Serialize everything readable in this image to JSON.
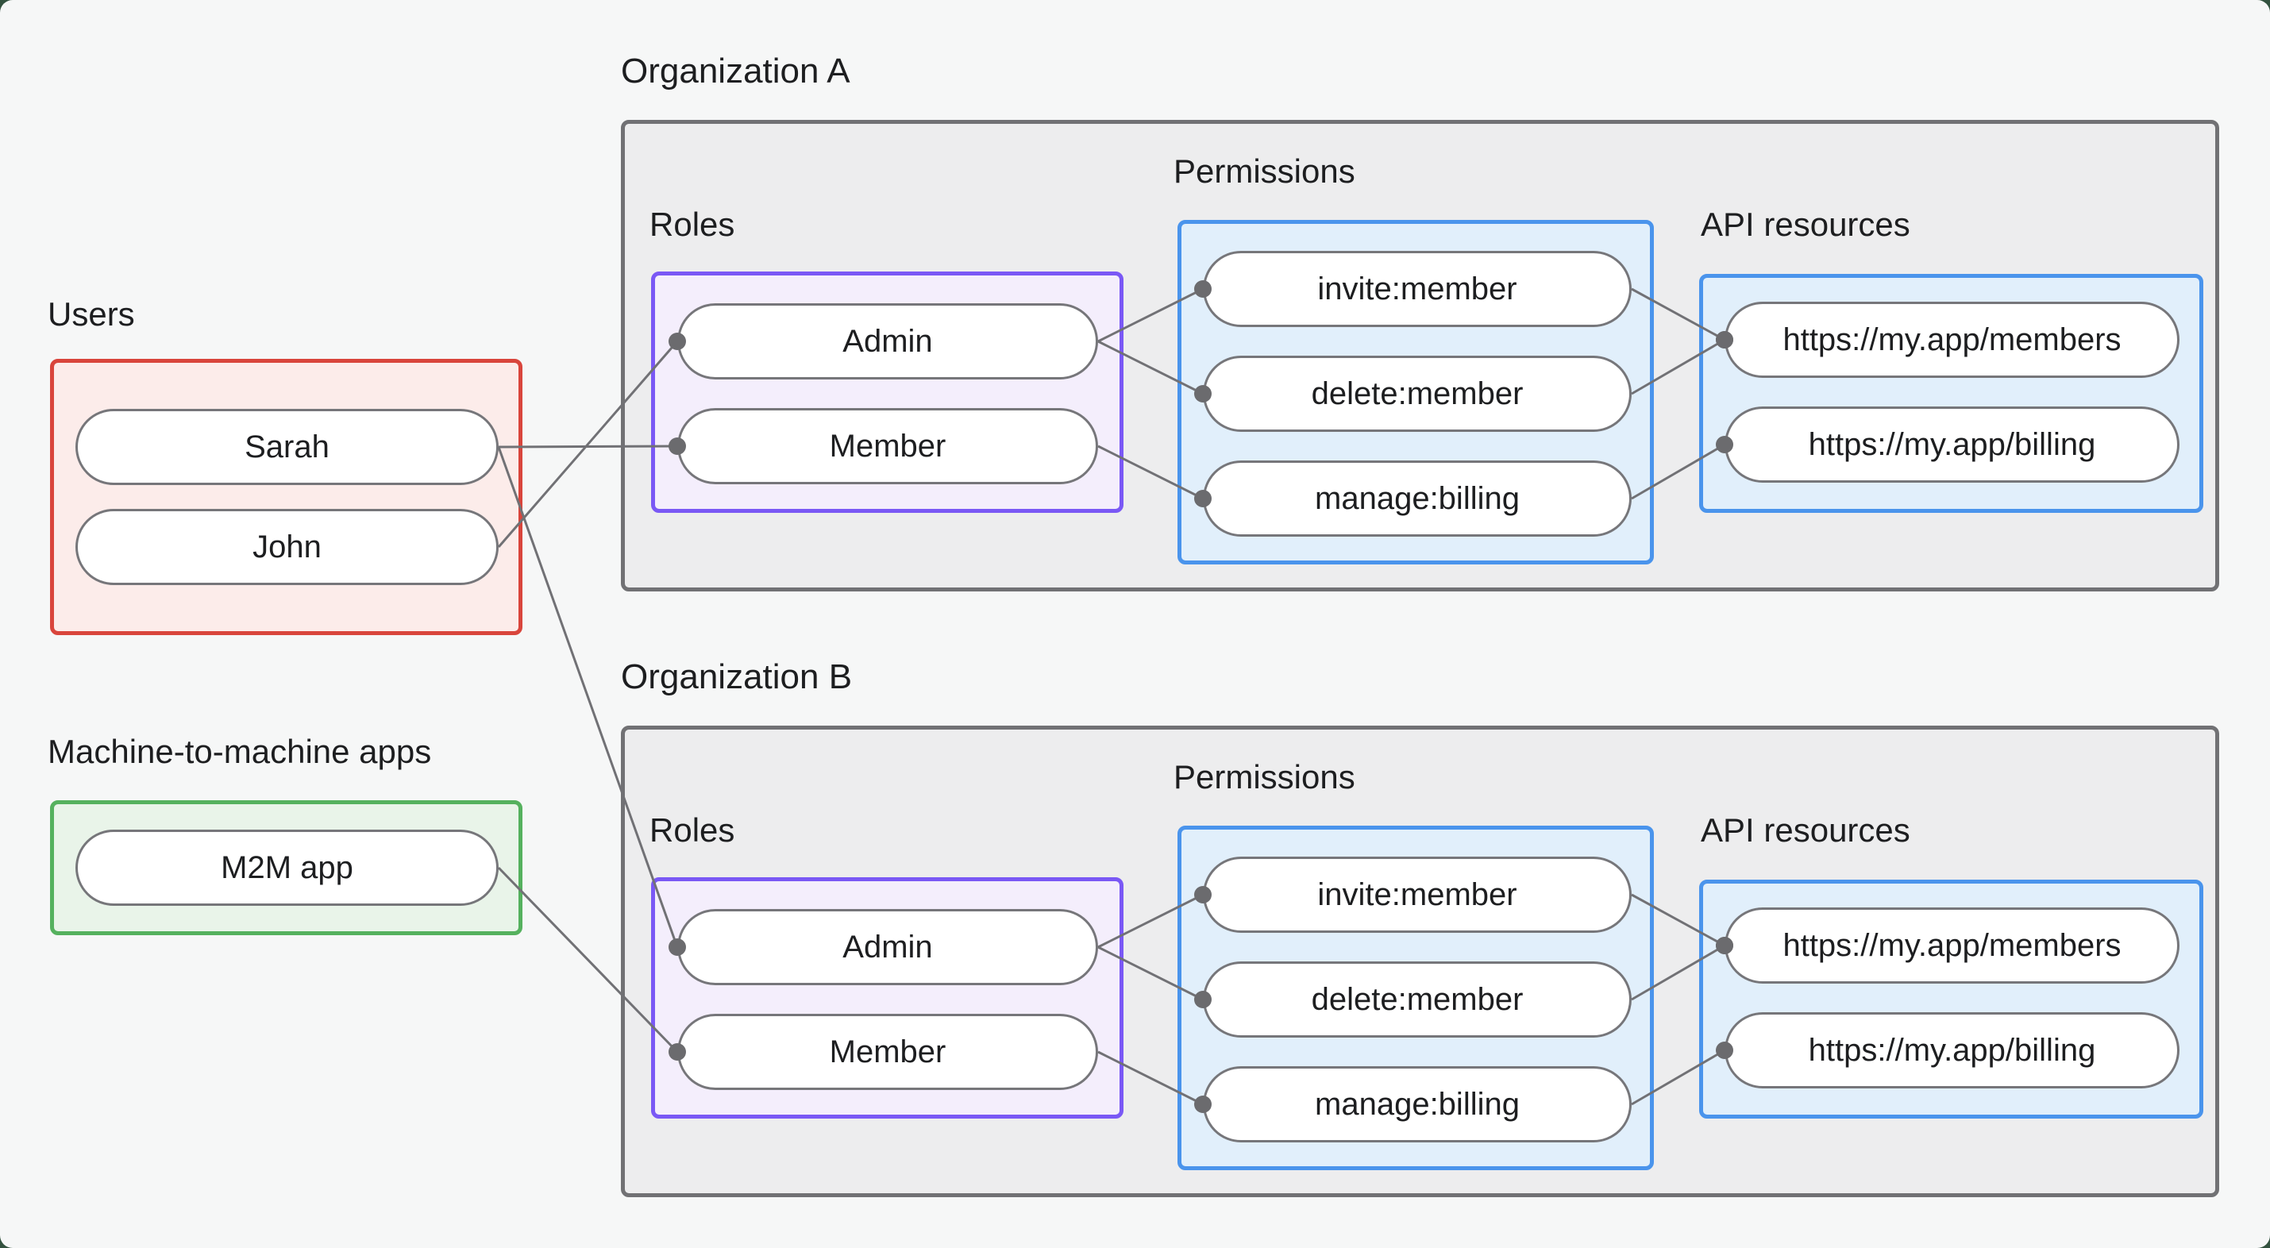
{
  "canvas": {
    "background": "#f6f7f7",
    "frame_color": "#33523f"
  },
  "colors": {
    "text": "#1d1e20",
    "line": "#717175",
    "dot": "#6b6b6e",
    "pill_border": "#76767a",
    "pill_fill": "#ffffff",
    "org_border": "#717174",
    "org_fill": "#ededee",
    "users_accent": "#d9453c",
    "users_fill": "#fcecea",
    "m2m_accent": "#55b15e",
    "m2m_fill": "#e9f4e9",
    "roles_accent": "#7a58f5",
    "roles_fill": "#f4eefc",
    "blue_accent": "#4a94ec",
    "blue_fill": "#e1effb"
  },
  "groups": {
    "users": {
      "label": "Users",
      "items": [
        {
          "id": "sarah",
          "label": "Sarah"
        },
        {
          "id": "john",
          "label": "John"
        }
      ]
    },
    "m2m": {
      "label": "Machine-to-machine apps",
      "items": [
        {
          "id": "m2m",
          "label": "M2M app"
        }
      ]
    },
    "orgA": {
      "title": "Organization A",
      "roles_label": "Roles",
      "permissions_label": "Permissions",
      "api_label": "API resources",
      "roles": [
        {
          "id": "adminA",
          "label": "Admin"
        },
        {
          "id": "memberA",
          "label": "Member"
        }
      ],
      "permissions": [
        {
          "id": "inviteA",
          "label": "invite:member"
        },
        {
          "id": "deleteA",
          "label": "delete:member"
        },
        {
          "id": "manageA",
          "label": "manage:billing"
        }
      ],
      "apis": [
        {
          "id": "membersA",
          "label": "https://my.app/members"
        },
        {
          "id": "billingA",
          "label": "https://my.app/billing"
        }
      ]
    },
    "orgB": {
      "title": "Organization B",
      "roles_label": "Roles",
      "permissions_label": "Permissions",
      "api_label": "API resources",
      "roles": [
        {
          "id": "adminB",
          "label": "Admin"
        },
        {
          "id": "memberB",
          "label": "Member"
        }
      ],
      "permissions": [
        {
          "id": "inviteB",
          "label": "invite:member"
        },
        {
          "id": "deleteB",
          "label": "delete:member"
        },
        {
          "id": "manageB",
          "label": "manage:billing"
        }
      ],
      "apis": [
        {
          "id": "membersB",
          "label": "https://my.app/members"
        },
        {
          "id": "billingB",
          "label": "https://my.app/billing"
        }
      ]
    }
  },
  "edges": [
    [
      "sarah",
      "memberA"
    ],
    [
      "john",
      "adminA"
    ],
    [
      "sarah",
      "adminB"
    ],
    [
      "m2m",
      "memberB"
    ],
    [
      "adminA",
      "inviteA"
    ],
    [
      "adminA",
      "deleteA"
    ],
    [
      "memberA",
      "manageA"
    ],
    [
      "inviteA",
      "membersA"
    ],
    [
      "deleteA",
      "membersA"
    ],
    [
      "manageA",
      "billingA"
    ],
    [
      "adminB",
      "inviteB"
    ],
    [
      "adminB",
      "deleteB"
    ],
    [
      "memberB",
      "manageB"
    ],
    [
      "inviteB",
      "membersB"
    ],
    [
      "deleteB",
      "membersB"
    ],
    [
      "manageB",
      "billingB"
    ]
  ]
}
